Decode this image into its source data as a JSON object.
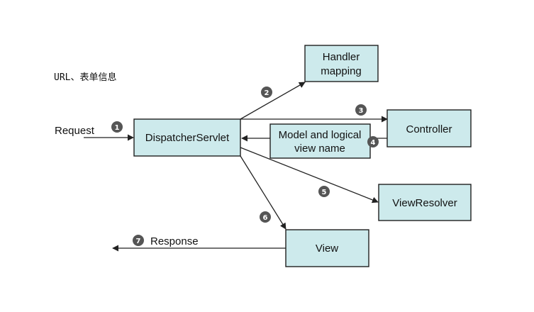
{
  "note": "URL、表单信息",
  "nodes": {
    "dispatcher": {
      "label": "DispatcherServlet"
    },
    "handler_mapping": {
      "line1": "Handler",
      "line2": "mapping"
    },
    "controller": {
      "label": "Controller"
    },
    "model_view": {
      "line1": "Model and logical",
      "line2": "view name"
    },
    "view_resolver": {
      "label": "ViewResolver"
    },
    "view": {
      "label": "View"
    }
  },
  "labels": {
    "request": "Request",
    "response": "Response"
  },
  "steps": {
    "s1": "1",
    "s2": "2",
    "s3": "3",
    "s4": "4",
    "s5": "5",
    "s6": "6",
    "s7": "7"
  }
}
